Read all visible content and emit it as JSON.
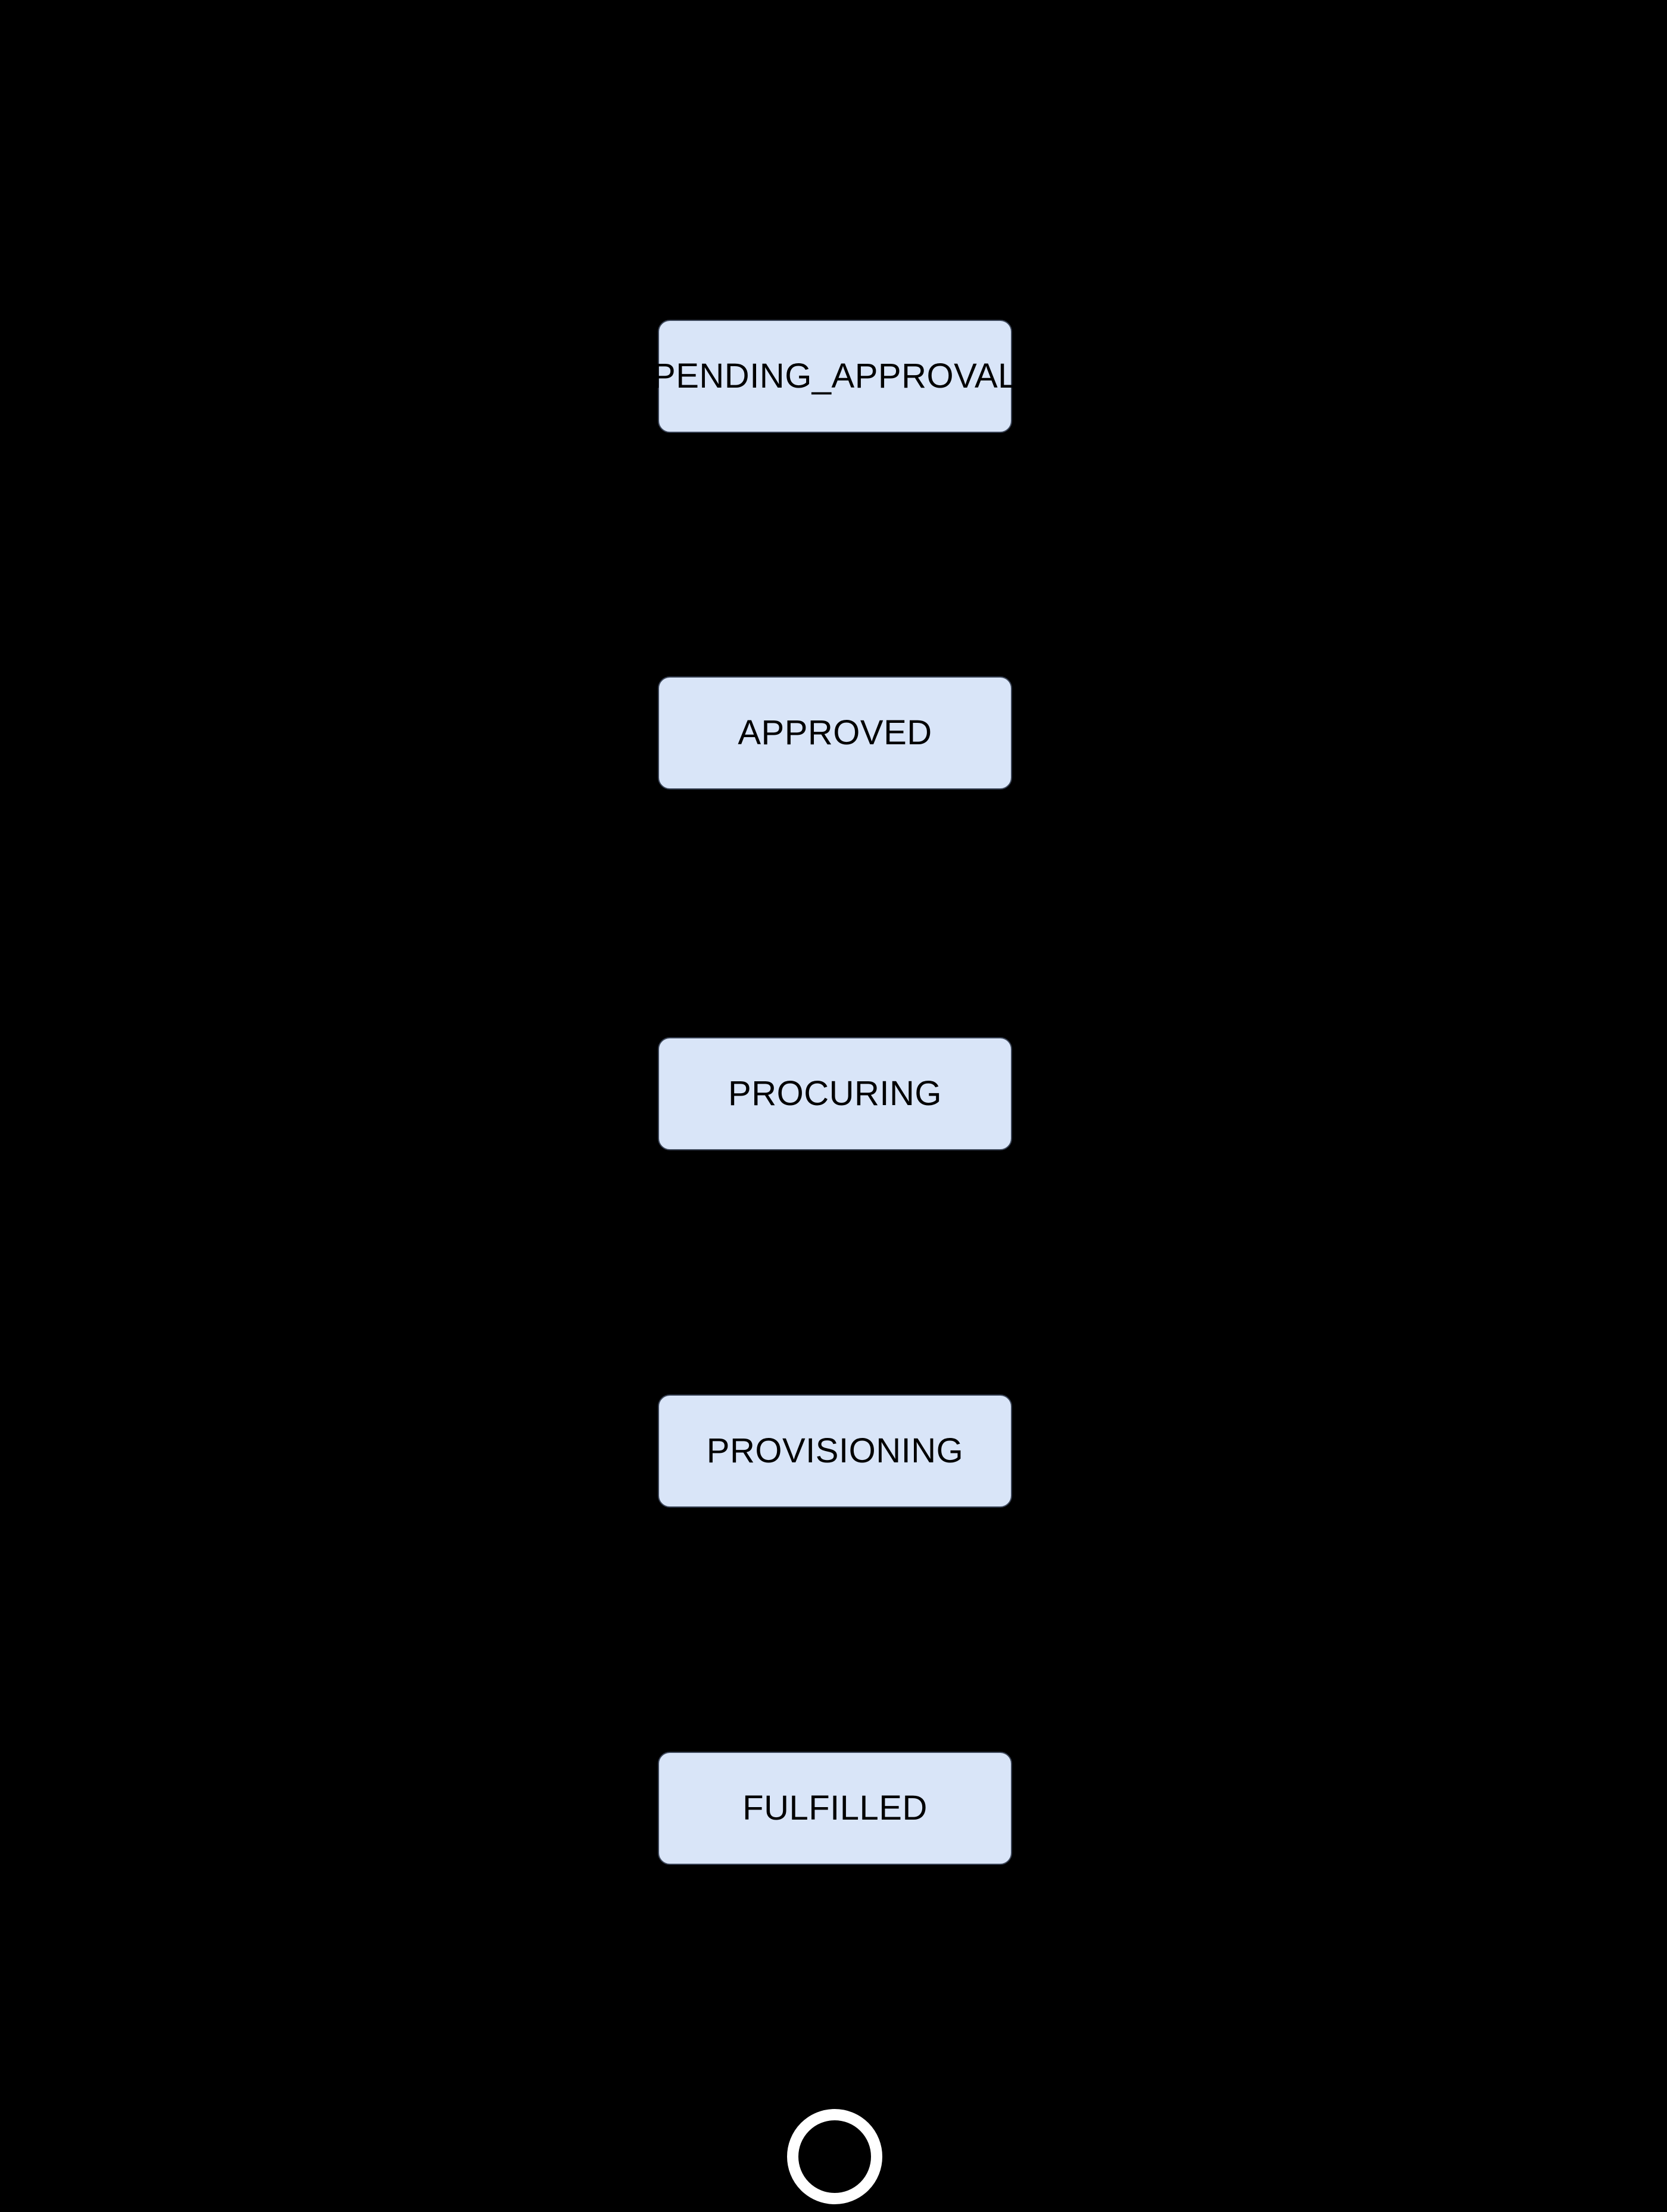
{
  "diagram": {
    "type": "state-diagram",
    "orientation": "vertical",
    "background_color": "#000000",
    "node_fill_color": "#d9e5f8",
    "node_border_color": "#3c4659",
    "node_text_color": "#000000",
    "final_marker_color": "#ffffff",
    "nodes": [
      {
        "id": "pending-approval",
        "label": "PENDING_APPROVAL"
      },
      {
        "id": "approved",
        "label": "APPROVED"
      },
      {
        "id": "procuring",
        "label": "PROCURING"
      },
      {
        "id": "provisioning",
        "label": "PROVISIONING"
      },
      {
        "id": "fulfilled",
        "label": "FULFILLED"
      }
    ],
    "final_state": {
      "shape": "ring"
    }
  }
}
